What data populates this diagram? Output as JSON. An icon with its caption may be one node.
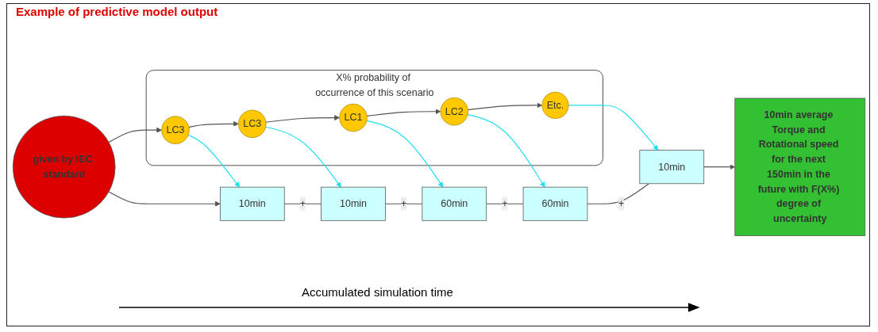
{
  "diagram": {
    "title": "Example of predictive model output",
    "nodes": [
      {
        "text": [
          "X% probability of occurrence of this scenario"
        ]
      },
      {
        "text": [
          "LC3"
        ],
        "in": 0
      },
      {
        "text": [
          "LC3"
        ],
        "in": 0
      },
      {
        "text": [
          "LC1"
        ],
        "in": 0
      },
      {
        "text": [
          "LC2"
        ],
        "in": 0
      },
      {
        "text": [
          "Etc."
        ],
        "in": 0
      },
      {
        "text": [
          "10min"
        ]
      },
      {
        "text": [
          "10min"
        ]
      },
      {
        "text": [
          "60min"
        ]
      },
      {
        "text": [
          "60min"
        ]
      },
      {
        "text": [
          "10min"
        ]
      },
      {
        "text": [
          "given by IEC standard"
        ]
      },
      {
        "text": [
          "10min average Torque and Rotational speed for the next 150min in the future with F(X%) degree of uncertainty"
        ]
      }
    ],
    "edges": [
      {
        "from": 1,
        "to": 2,
        "arrow": "to"
      },
      {
        "from": 2,
        "to": 3,
        "arrow": "to"
      },
      {
        "from": 3,
        "to": 4,
        "arrow": "to"
      },
      {
        "from": 4,
        "to": 5,
        "arrow": "to"
      },
      {
        "from": 1,
        "to": 6,
        "arrow": "to",
        "color": "#1fe0f0"
      },
      {
        "from": 2,
        "to": 7,
        "arrow": "to",
        "color": "#1fe0f0"
      },
      {
        "from": 3,
        "to": 8,
        "arrow": "to",
        "color": "#1fe0f0"
      },
      {
        "from": 4,
        "to": 9,
        "arrow": "to",
        "color": "#1fe0f0"
      },
      {
        "from": 5,
        "to": 10,
        "arrow": "to",
        "color": "#1fe0f0"
      },
      {
        "from": 6,
        "to": 7,
        "arrow": "none",
        "label": "+"
      },
      {
        "from": 7,
        "to": 8,
        "arrow": "none",
        "label": "+"
      },
      {
        "from": 8,
        "to": 9,
        "arrow": "none",
        "label": "+"
      },
      {
        "from": 9,
        "to": 10,
        "arrow": "none",
        "label": "+"
      },
      {
        "from": 10,
        "to": 12,
        "arrow": "to"
      },
      {
        "from": 11,
        "to": 1,
        "arrow": "to"
      },
      {
        "from": 11,
        "to": 6,
        "arrow": "to"
      }
    ],
    "labels": [
      "Accumulated simulation time"
    ]
  }
}
